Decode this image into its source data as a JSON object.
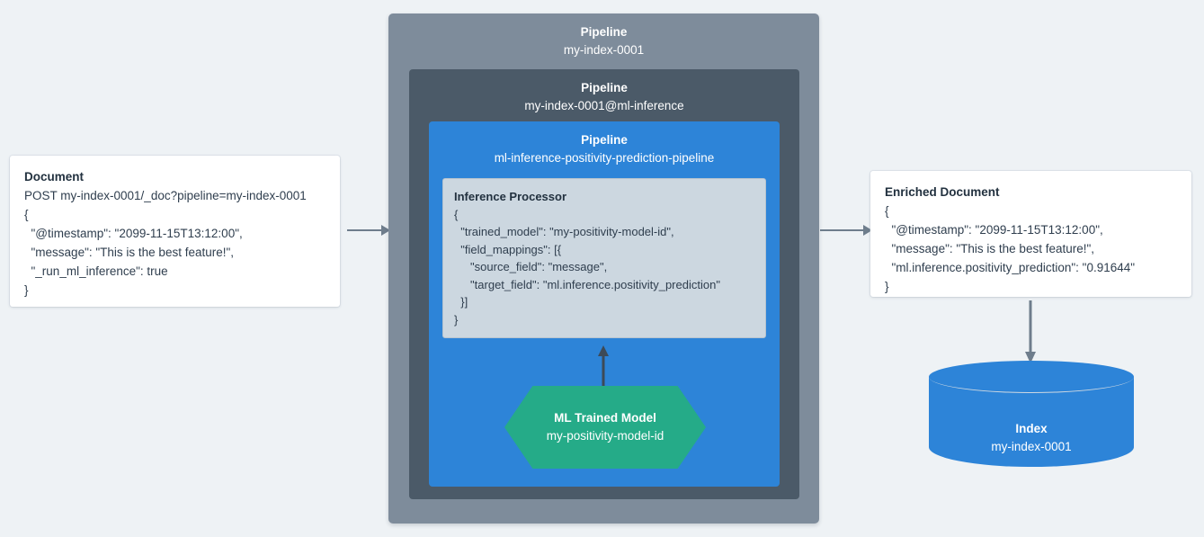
{
  "background_color": "#eef2f5",
  "colors": {
    "pipeline_outer": "#7e8c9b",
    "pipeline_mid": "#4b5a68",
    "pipeline_inner": "#2d84d8",
    "processor_fill": "#ccd7e0",
    "ml_model": "#25ab88",
    "index": "#2d84d8",
    "arrow": "#6e7d8c",
    "arrow_dark": "#3d4a57",
    "card": "#ffffff"
  },
  "document_card": {
    "title": "Document",
    "lines": [
      "POST my-index-0001/_doc?pipeline=my-index-0001",
      "{",
      "  \"@timestamp\": \"2099-11-15T13:12:00\",",
      "  \"message\": \"This is the best feature!\",",
      "  \"_run_ml_inference\": true",
      "}"
    ]
  },
  "pipeline_outer": {
    "kind": "Pipeline",
    "name": "my-index-0001"
  },
  "pipeline_mid": {
    "kind": "Pipeline",
    "name": "my-index-0001@ml-inference"
  },
  "pipeline_inner": {
    "kind": "Pipeline",
    "name": "ml-inference-positivity-prediction-pipeline"
  },
  "processor": {
    "title": "Inference Processor",
    "lines": [
      "{",
      "  \"trained_model\": \"my-positivity-model-id\",",
      "  \"field_mappings\": [{",
      "     \"source_field\": \"message\",",
      "     \"target_field\": \"ml.inference.positivity_prediction\"",
      "  }]",
      "}"
    ]
  },
  "ml_model": {
    "kind": "ML Trained Model",
    "name": "my-positivity-model-id"
  },
  "enriched_card": {
    "title": "Enriched Document",
    "lines": [
      "{",
      "  \"@timestamp\": \"2099-11-15T13:12:00\",",
      "  \"message\": \"This is the best feature!\",",
      "  \"ml.inference.positivity_prediction\": \"0.91644\"",
      "}"
    ]
  },
  "index": {
    "kind": "Index",
    "name": "my-index-0001"
  },
  "arrows": {
    "doc_to_pipeline": "arrow-right-icon",
    "pipeline_to_enriched": "arrow-right-icon",
    "enriched_to_index": "arrow-down-icon",
    "model_to_processor": "arrow-up-icon"
  }
}
